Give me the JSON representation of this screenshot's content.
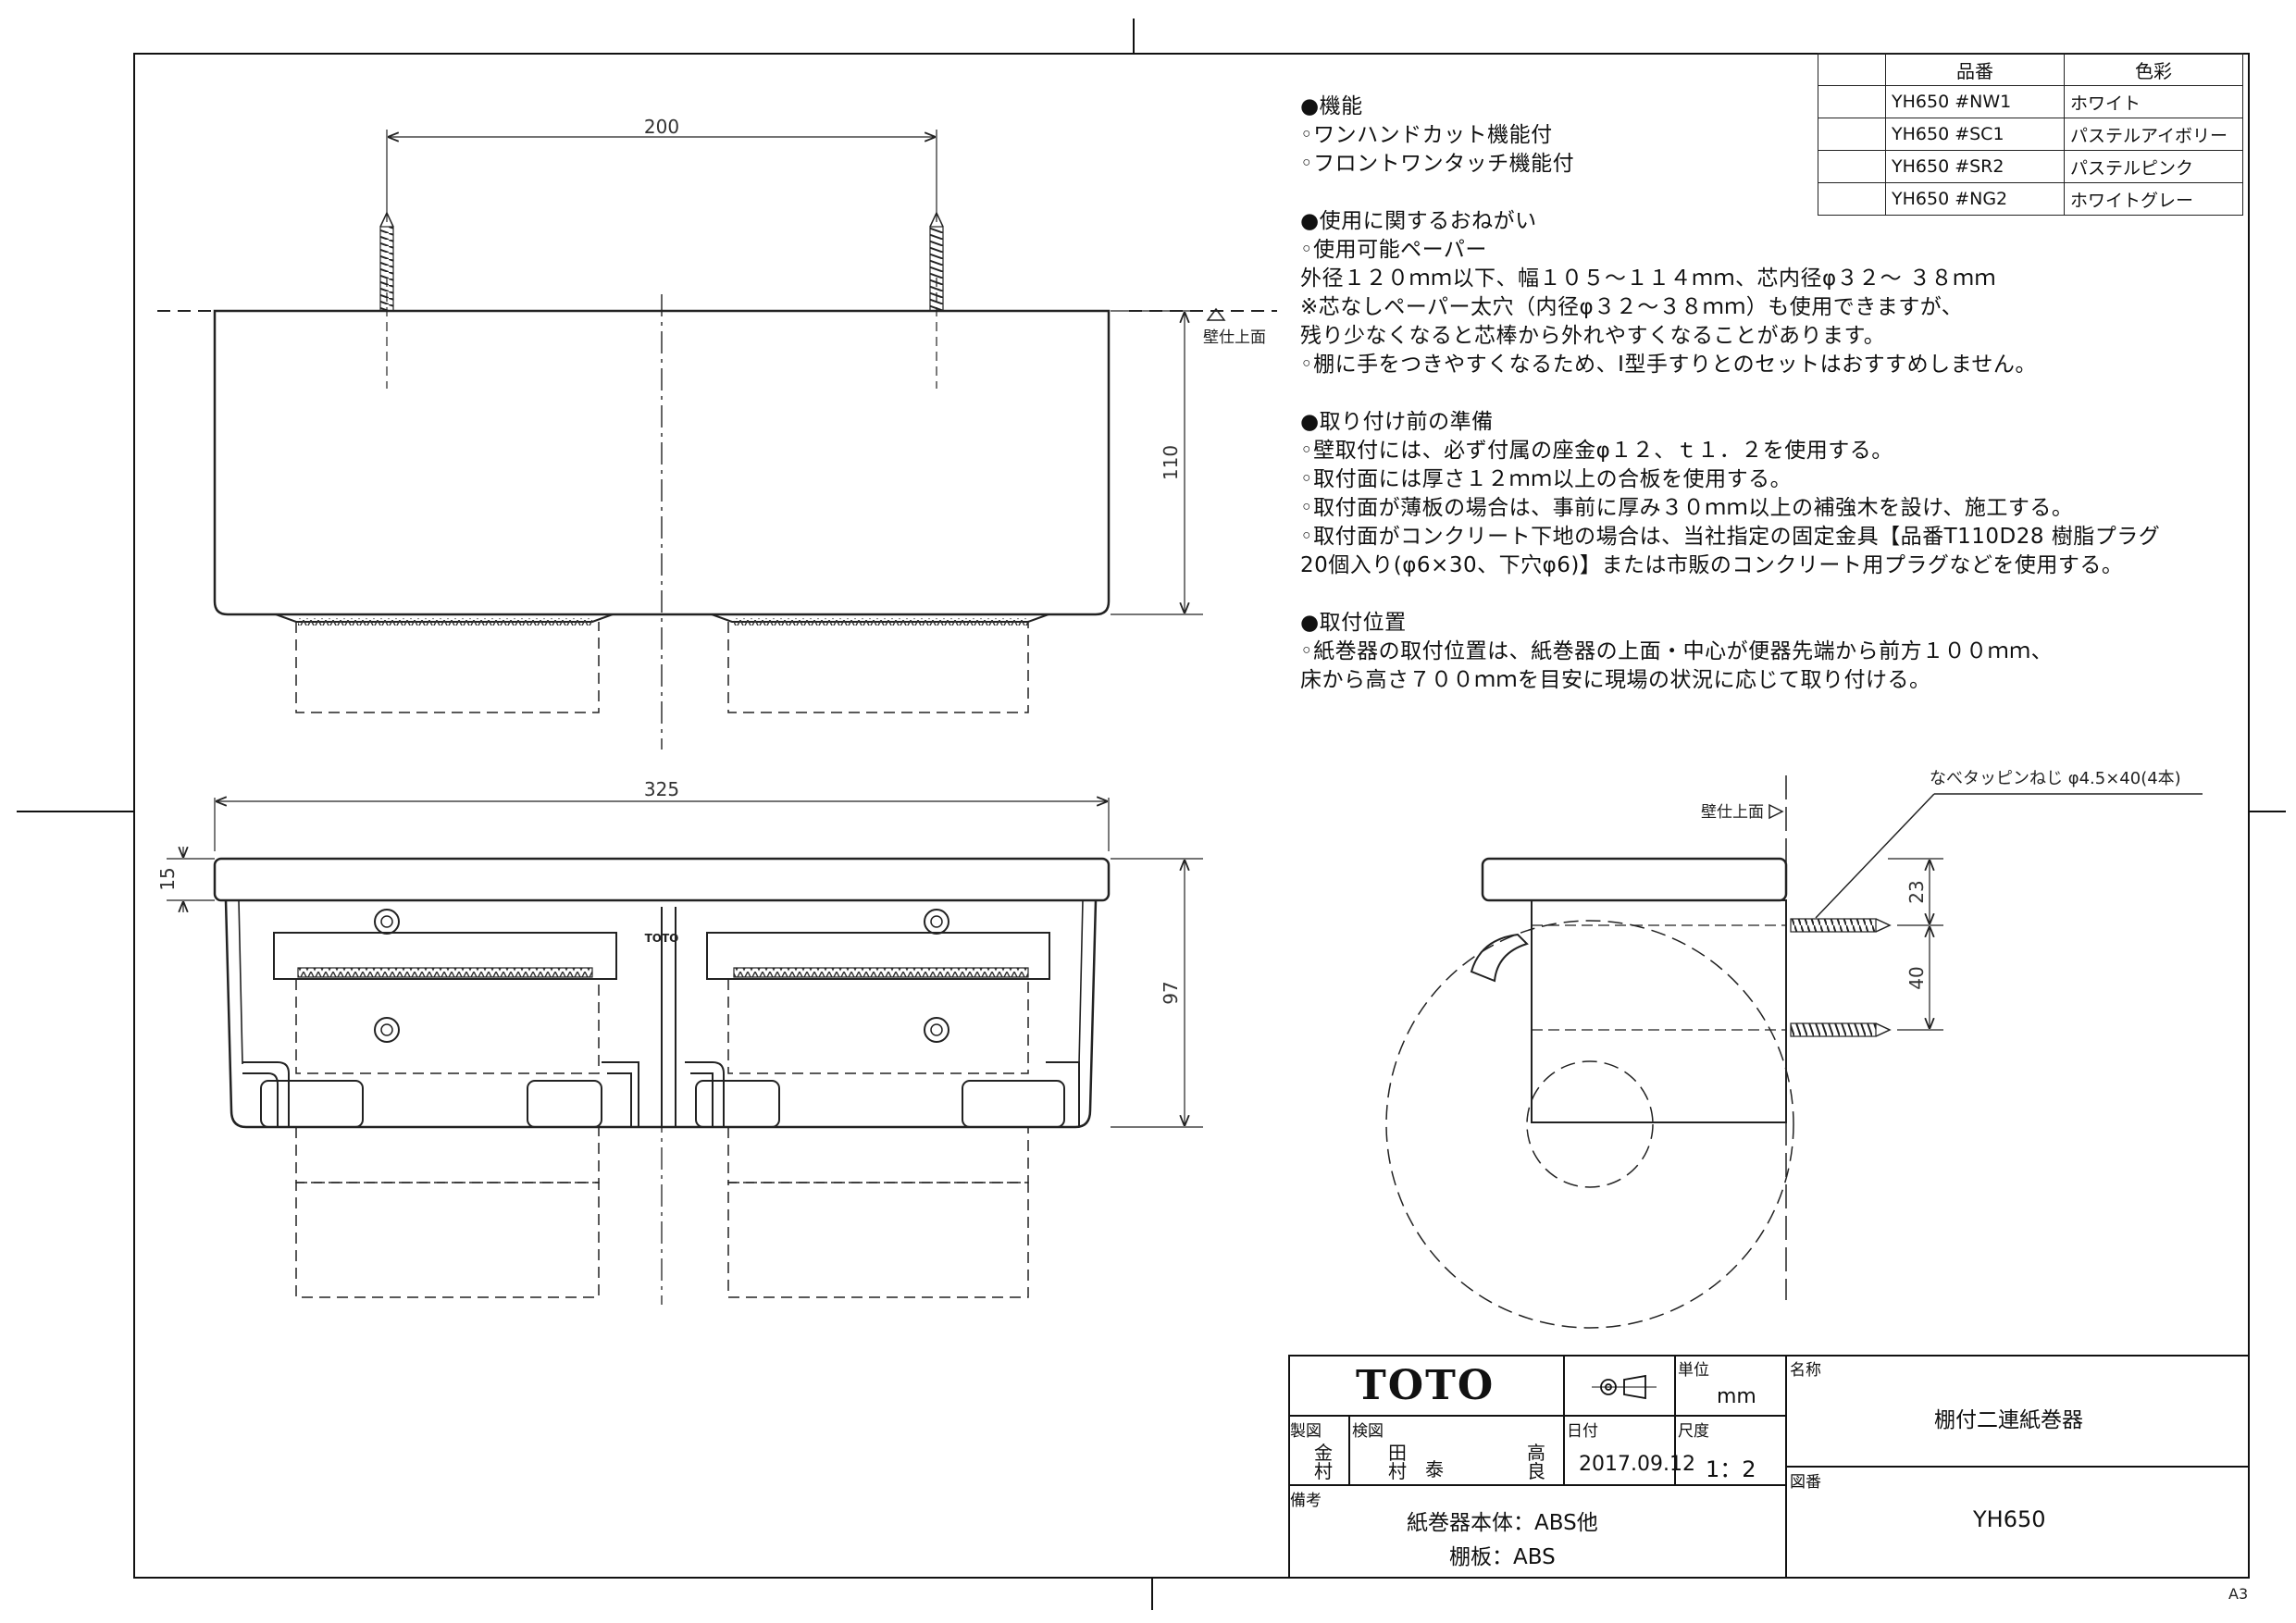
{
  "dimensions": {
    "top_width": "200",
    "top_height": "110",
    "front_width": "325",
    "front_shelf": "15",
    "front_height": "97",
    "side_upper": "23",
    "side_lower": "40"
  },
  "labels": {
    "wall_surface_top": "壁仕上面",
    "wall_surface_side": "壁仕上面",
    "screw_note": "なべタッピンねじ φ4.5×40(4本)",
    "brand_mark": "TOTO",
    "sheet_size": "A3"
  },
  "notes": [
    {
      "heading": "●機能",
      "lines": [
        "◦ワンハンドカット機能付",
        "◦フロントワンタッチ機能付"
      ]
    },
    {
      "heading": "●使用に関するおねがい",
      "lines": [
        "◦使用可能ペーパー",
        "外径１２０ｍｍ以下、幅１０５～１１４ｍｍ、芯内径φ３２～ ３８ｍｍ",
        "※芯なしペーパー太穴（内径φ３２～３８ｍｍ）も使用できますが、",
        "残り少なくなると芯棒から外れやすくなることがあります。",
        "◦棚に手をつきやすくなるため、I型手すりとのセットはおすすめしません。"
      ]
    },
    {
      "heading": "●取り付け前の準備",
      "lines": [
        "◦壁取付には、必ず付属の座金φ１２、ｔ１．２を使用する。",
        "◦取付面には厚さ１２ｍｍ以上の合板を使用する。",
        "◦取付面が薄板の場合は、事前に厚み３０ｍｍ以上の補強木を設け、施工する。",
        "◦取付面がコンクリート下地の場合は、当社指定の固定金具【品番T110D28 樹脂プラグ",
        "20個入り(φ6×30、下穴φ6)】または市販のコンクリート用プラグなどを使用する。"
      ]
    },
    {
      "heading": "●取付位置",
      "lines": [
        "◦紙巻器の取付位置は、紙巻器の上面・中心が便器先端から前方１００ｍｍ、",
        "床から高さ７００ｍｍを目安に現場の状況に応じて取り付ける。"
      ]
    }
  ],
  "parts_table": {
    "headers": [
      "",
      "品番",
      "色彩"
    ],
    "rows": [
      [
        "",
        "YH650 #NW1",
        "ホワイト"
      ],
      [
        "",
        "YH650 #SC1",
        "パステルアイボリー"
      ],
      [
        "",
        "YH650 #SR2",
        "パステルピンク"
      ],
      [
        "",
        "YH650 #NG2",
        "ホワイトグレー"
      ]
    ]
  },
  "title_block": {
    "company": "TOTO",
    "unit_label": "単位",
    "unit_value": "mm",
    "name_label": "名称",
    "name_value": "棚付二連紙巻器",
    "drawn_label": "製図",
    "drawn_by": "金\n村",
    "checked_label": "検図",
    "checked_by_1": "田\n村",
    "checked_by_2": "泰",
    "checked_by_3": "高\n良",
    "date_label": "日付",
    "date_value": "2017.09.12",
    "scale_label": "尺度",
    "scale_value": "1：2",
    "drawing_no_label": "図番",
    "drawing_no_value": "YH650",
    "remarks_label": "備考",
    "remarks_line1": "紙巻器本体：ABS他",
    "remarks_line2": "棚板：ABS"
  }
}
